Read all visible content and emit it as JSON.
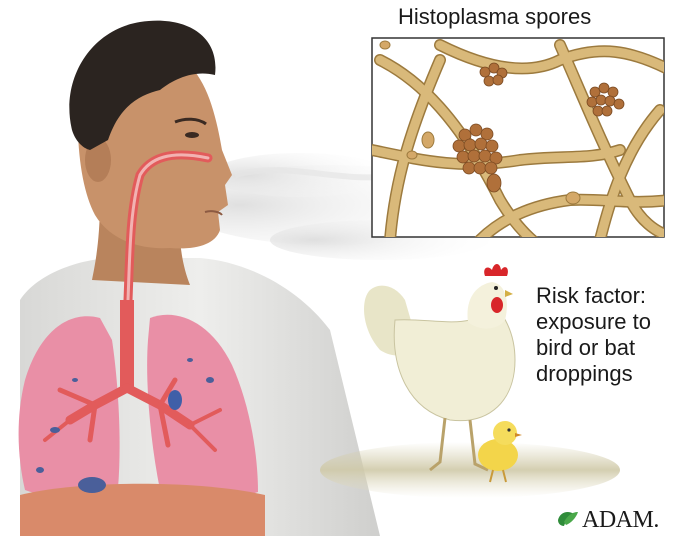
{
  "inset": {
    "title": "Histoplasma spores"
  },
  "risk_factor": {
    "lines": [
      "Risk factor:",
      "exposure to",
      "bird or bat",
      "droppings"
    ]
  },
  "brand": {
    "name": "ADAM."
  },
  "colors": {
    "hypha": "#d9b97a",
    "hypha_outline": "#9c7a3e",
    "spore_cluster": "#b0703a",
    "lung": "#e98fa6",
    "airway": "#e25b5b",
    "skin": "#c8926a",
    "hair": "#2b2420",
    "shirt": "#e4e4e2",
    "hen_body": "#f1eed6",
    "comb": "#d8262a",
    "chick": "#f3d54a",
    "ground": "#cfc9a8",
    "brand_leaf": "#2f8c3a"
  },
  "icons": {
    "brand_logo": "leaf-icon"
  }
}
